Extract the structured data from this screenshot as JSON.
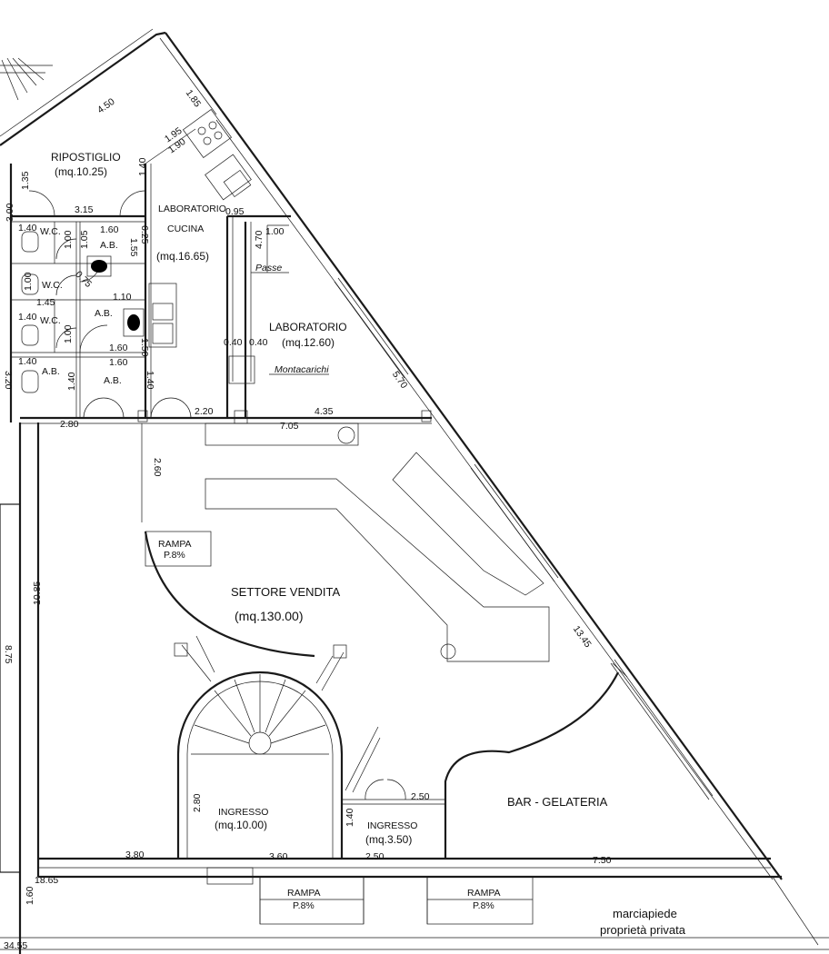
{
  "rooms": {
    "ripostiglio": {
      "name": "RIPOSTIGLIO",
      "area": "(mq.10.25)"
    },
    "lab_cucina": {
      "line1": "LABORATORIO",
      "line2": "CUCINA",
      "area": "(mq.16.65)"
    },
    "laboratorio": {
      "name": "LABORATORIO",
      "area": "(mq.12.60)"
    },
    "settore_vendita": {
      "name": "SETTORE VENDITA",
      "area": "(mq.130.00)"
    },
    "ingresso_main": {
      "name": "INGRESSO",
      "area": "(mq.10.00)"
    },
    "ingresso_small": {
      "name": "INGRESSO",
      "area": "(mq.3.50)"
    },
    "bar": {
      "name": "BAR - GELATERIA"
    },
    "wc1": "W.C.",
    "wc2": "W.C.",
    "wc3": "W.C.",
    "ab1": "A.B.",
    "ab2": "A.B.",
    "ab3": "A.B.",
    "ab4": "A.B."
  },
  "labels": {
    "passe": "Passe",
    "montacarichi": "Montacarichi",
    "rampa": "RAMPA",
    "rampa_slope": "P.8%",
    "marciapiede": "marciapiede",
    "proprieta": "proprietà privata"
  },
  "dimensions": {
    "d450": "4.50",
    "d185": "1.85",
    "d195": "1.95",
    "d190": "1.90",
    "d140a": "1.40",
    "d135": "1.35",
    "d315": "3.15",
    "d300": "3.00",
    "d625": "6.25",
    "d095": "0.95",
    "d140b": "1.40",
    "d160a": "1.60",
    "d105": "1.05",
    "d155": "1.55",
    "d100a": "1.00",
    "d470": "4.70",
    "d100b": "1.00",
    "d100c": "1.00",
    "d145": "1.45",
    "d110": "1.10",
    "d075": "0.75",
    "d140c": "1.40",
    "d100d": "1.00",
    "d150": "1.50",
    "d160b": "1.60",
    "d040a": "0.40",
    "d040b": "0.40",
    "d160c": "1.60",
    "d140d": "1.40",
    "d140e": "1.40",
    "d140f": "1.40",
    "d320": "3.20",
    "d570": "5.70",
    "d280a": "2.80",
    "d220": "2.20",
    "d435": "4.35",
    "d705": "7.05",
    "d260": "2.60",
    "d1085": "10.85",
    "d875": "8.75",
    "d1345": "13.45",
    "d280b": "2.80",
    "d250a": "2.50",
    "d140g": "1.40",
    "d380": "3.80",
    "d360": "3.60",
    "d250b": "2.50",
    "d750": "7.50",
    "d1865": "18.65",
    "d160d": "1.60",
    "d3455": "34.55"
  }
}
